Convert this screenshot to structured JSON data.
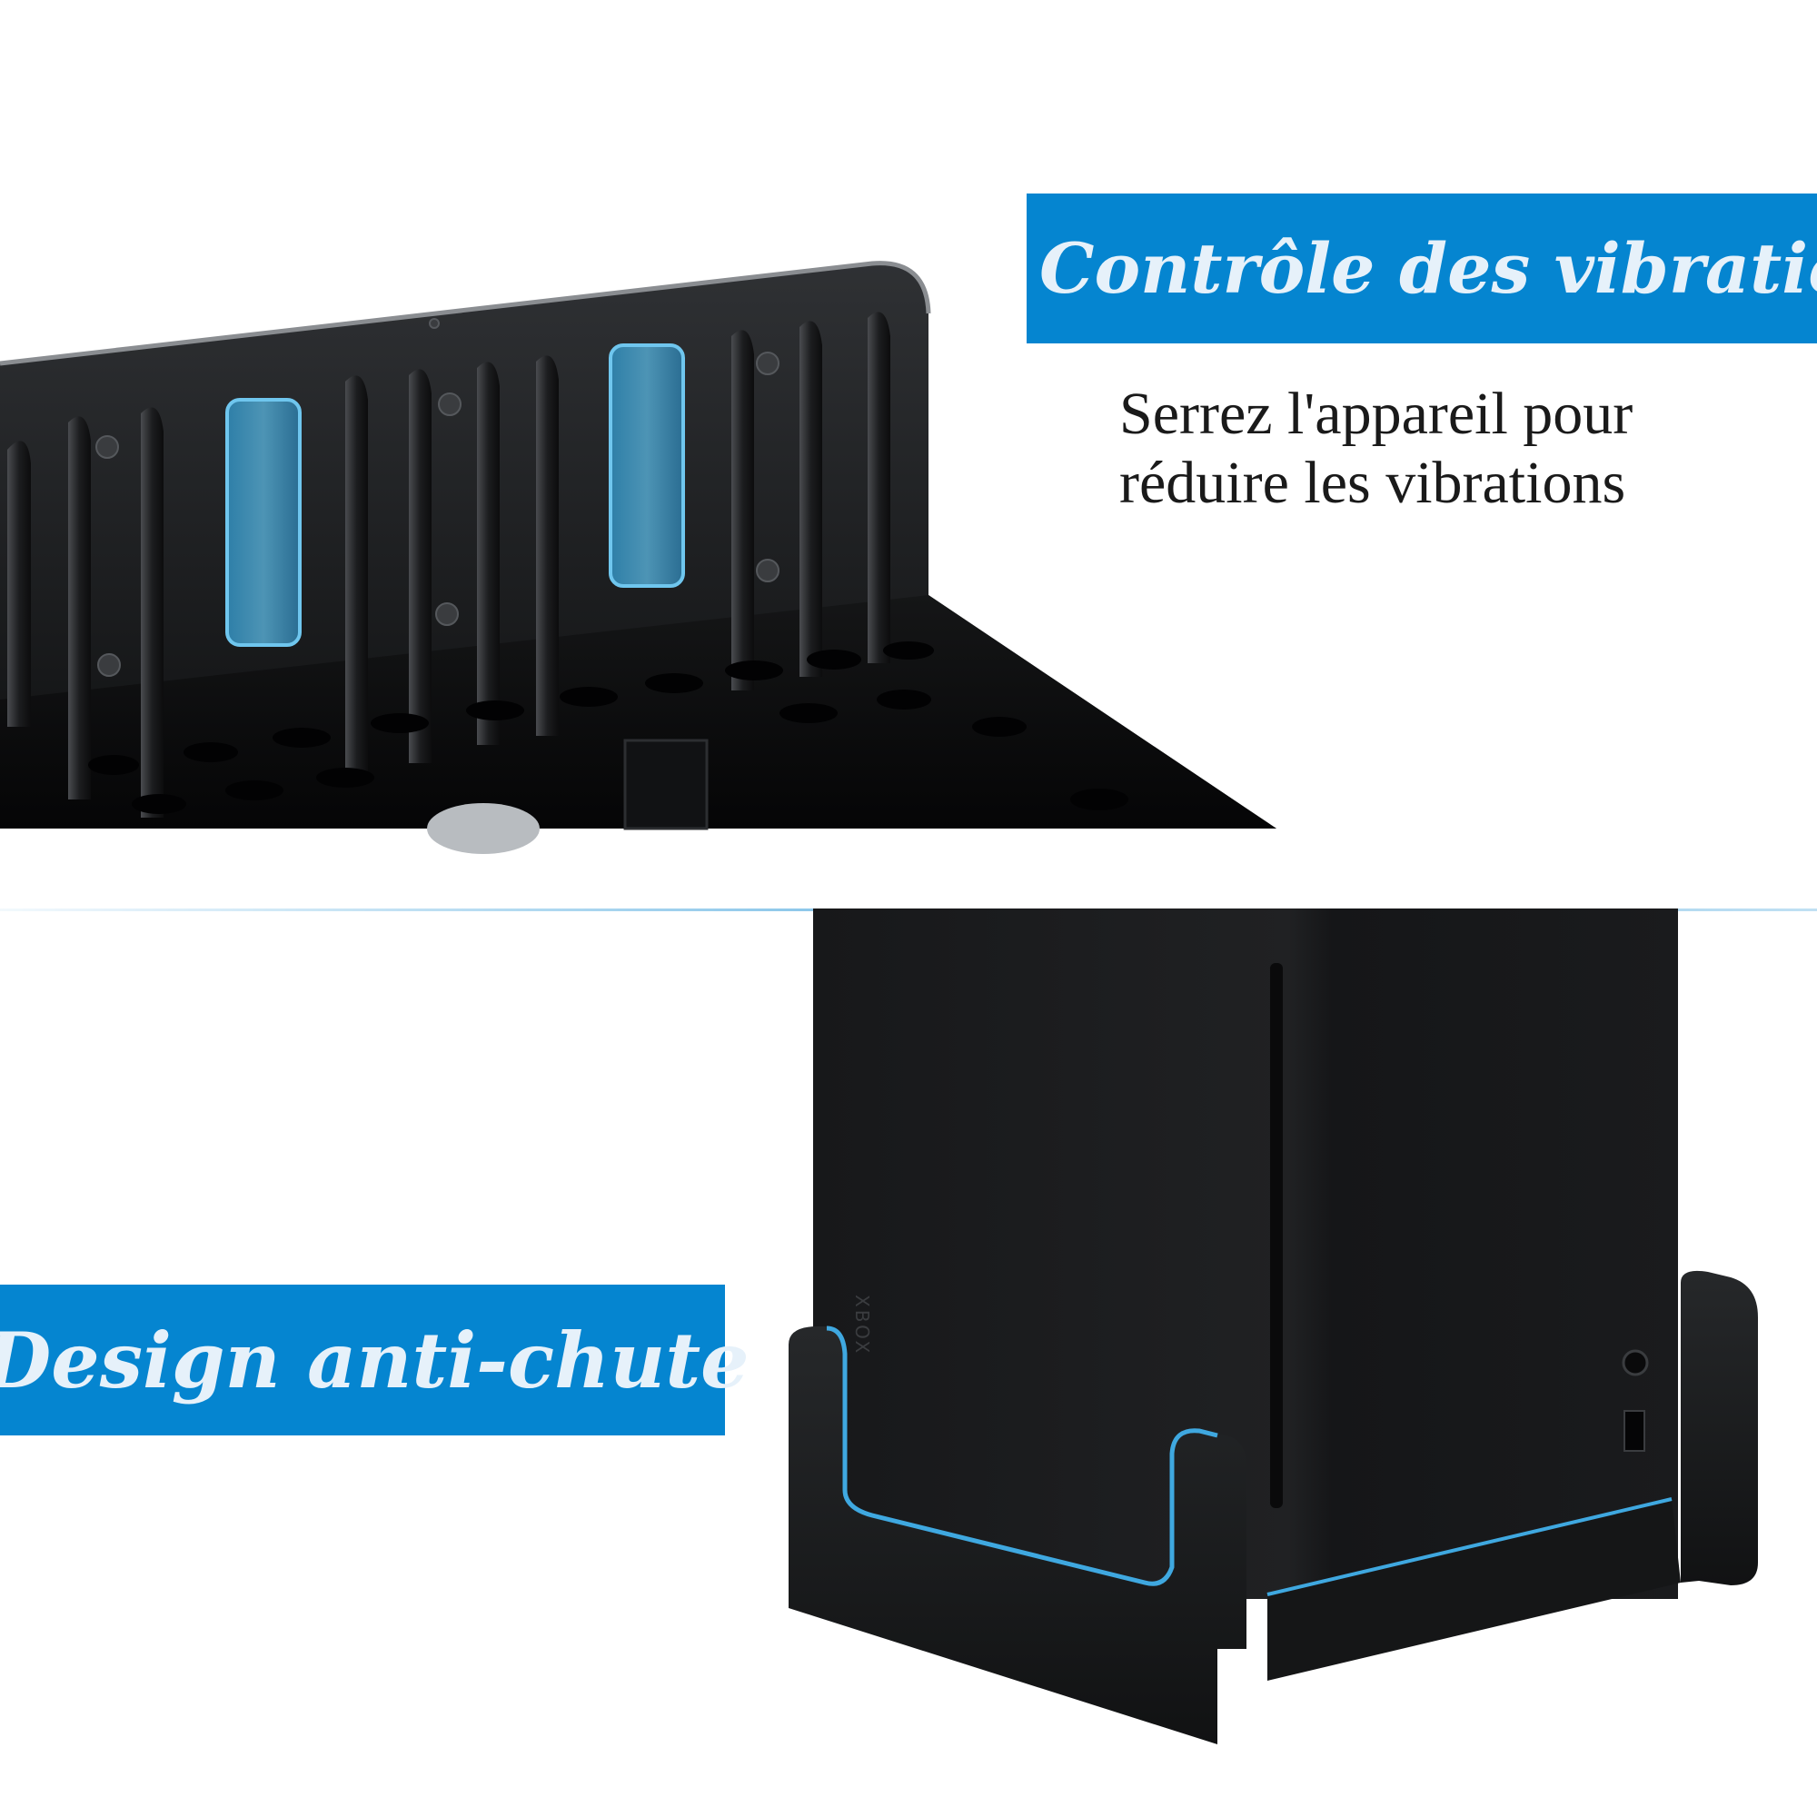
{
  "top_section": {
    "banner_title": "Contrôle des vibrations",
    "subtitle_line1": "Serrez l'appareil pour",
    "subtitle_line2": "réduire les vibrations"
  },
  "bottom_section": {
    "banner_title": "Design anti-chute",
    "console_logo": "XBOX"
  },
  "colors": {
    "banner_blue": "#0585d0",
    "banner_text": "#e6f1fa",
    "accent_glow": "#3fa8e0",
    "product_black": "#1e1f21"
  }
}
